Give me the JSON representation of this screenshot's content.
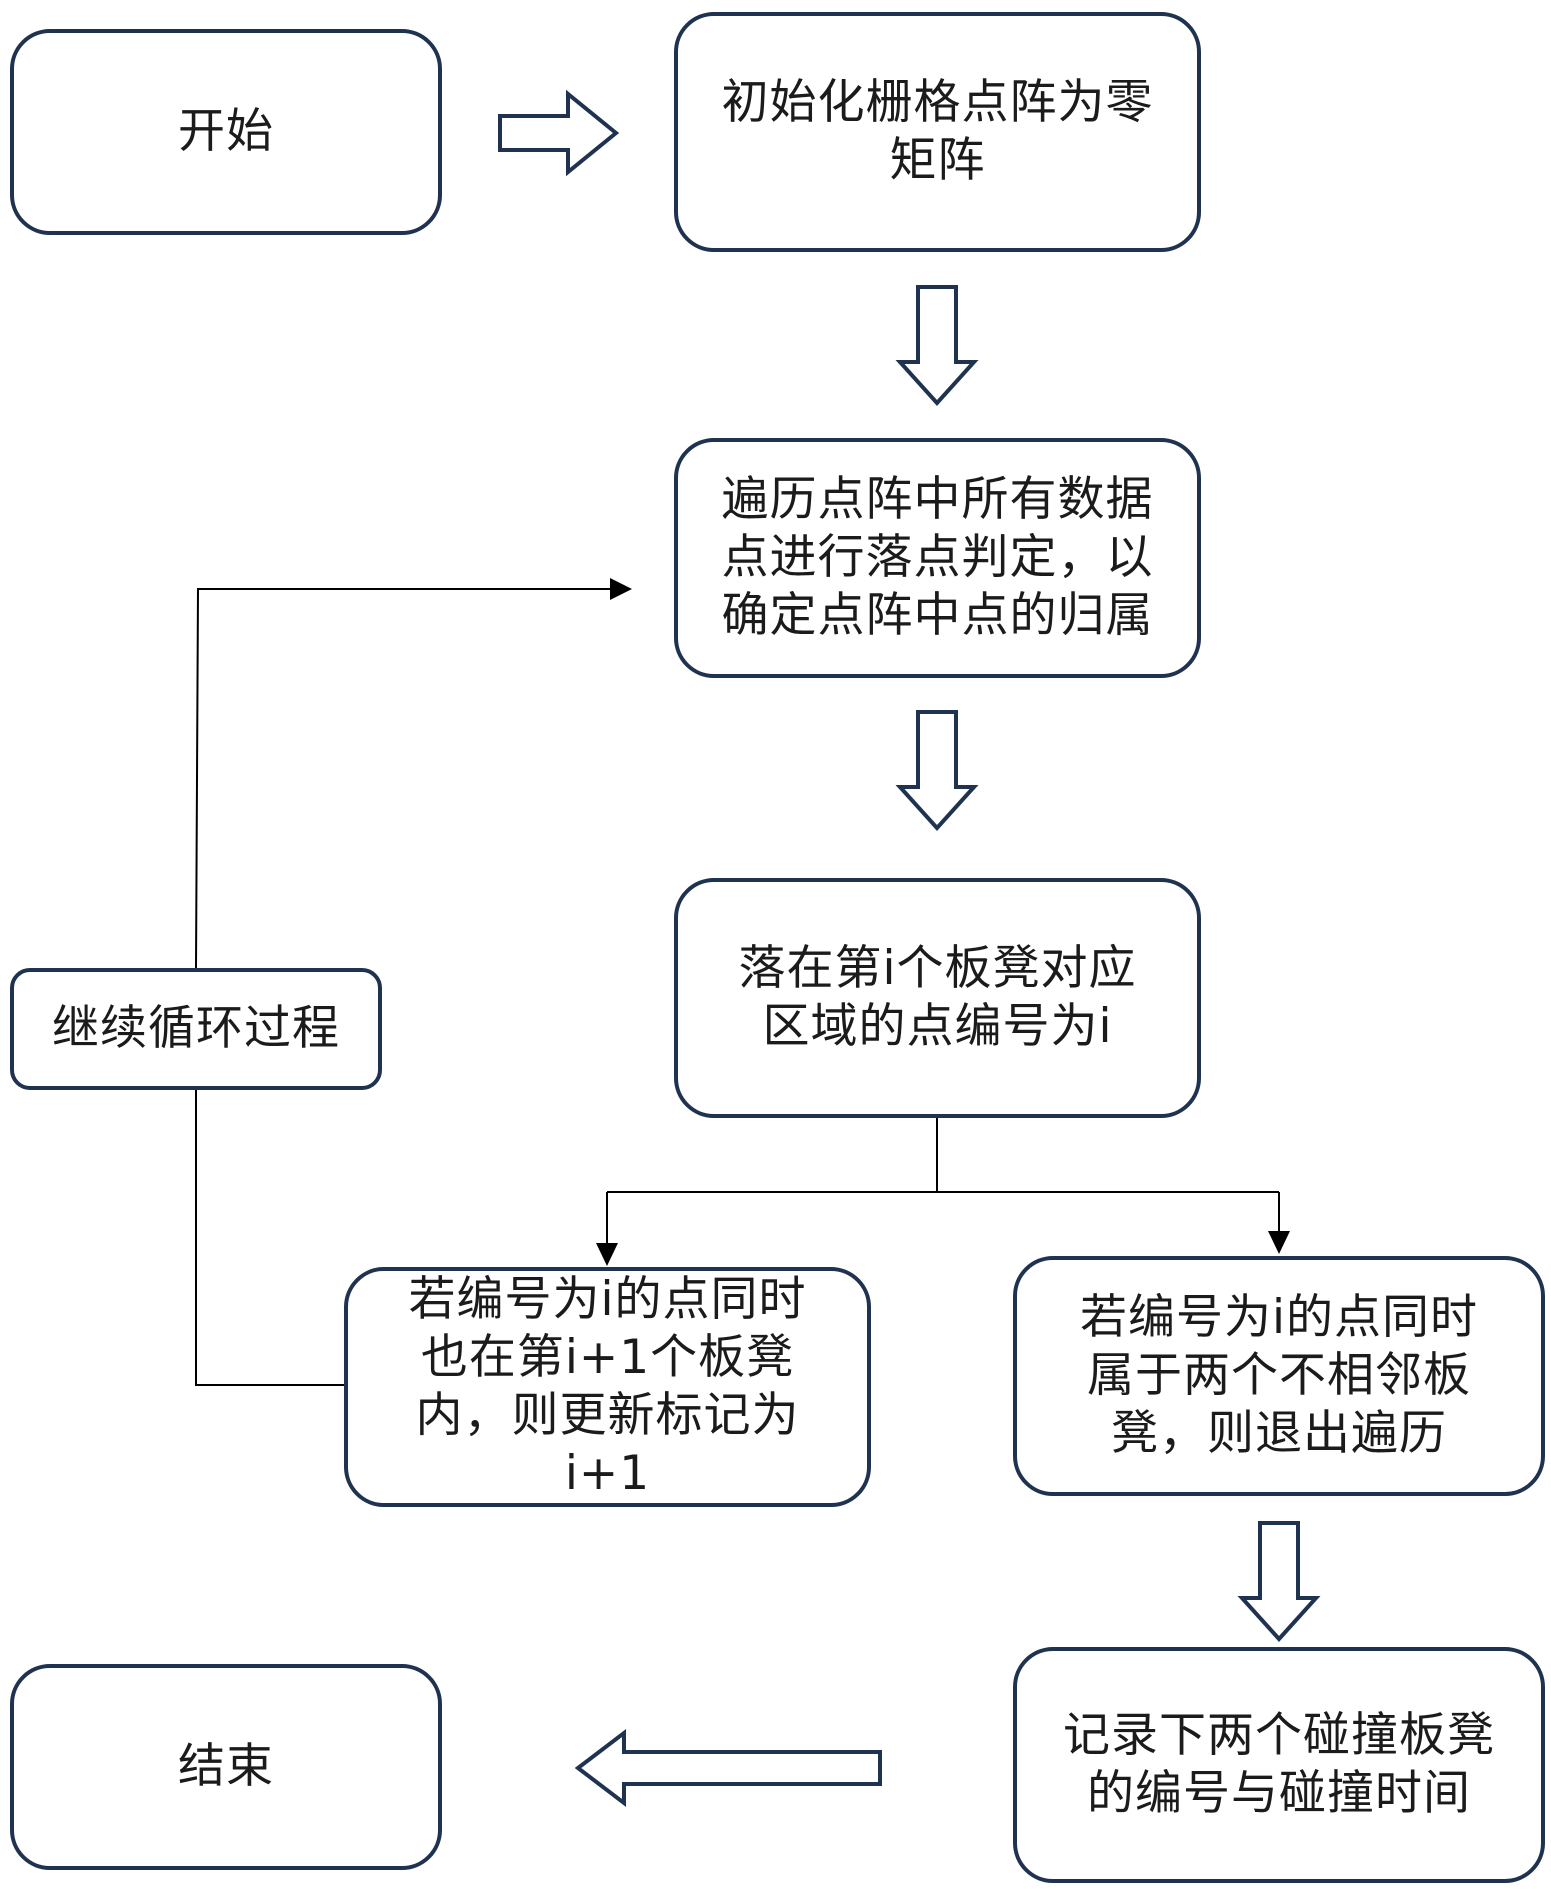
{
  "colors": {
    "box_border": "#1f3350",
    "connector": "#000000",
    "text": "#1b1b1b"
  },
  "nodes": {
    "start": "开始",
    "init": "初始化栅格点阵为零矩阵",
    "traverse": "遍历点阵中所有数据点进行落点判定，以确定点阵中点的归属",
    "label": "落在第i个板凳对应区域的点编号为i",
    "update": "若编号为i的点同时也在第i+1个板凳内，则更新标记为i+1",
    "exit": "若编号为i的点同时属于两个不相邻板凳，则退出遍历",
    "continue": "继续循环过程",
    "record": "记录下两个碰撞板凳的编号与碰撞时间",
    "end": "结束"
  }
}
